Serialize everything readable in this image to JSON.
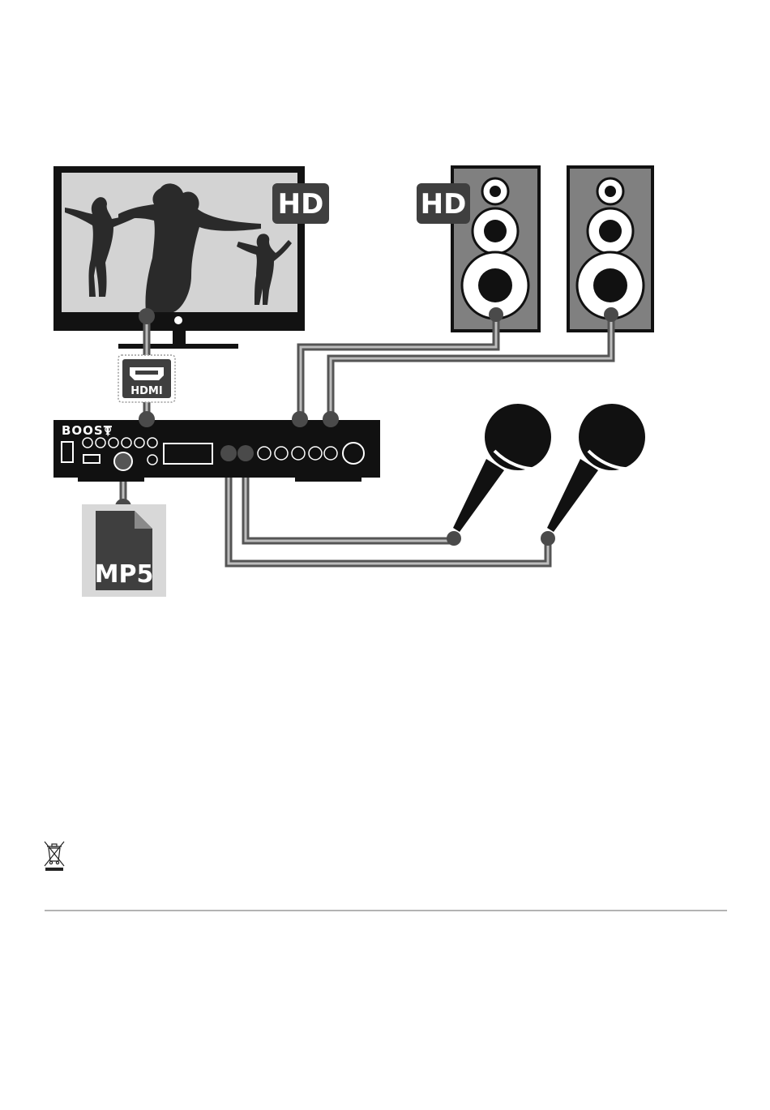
{
  "tv": {
    "badge": "HD"
  },
  "speakers": {
    "badge": "HD"
  },
  "hdmi": {
    "label": "HDMI"
  },
  "player": {
    "brand": "BOOST"
  },
  "media_file": {
    "label": "MP5"
  },
  "icons": {
    "weee": "crossed-out-wheelie-bin-icon",
    "usb": "usb-port-icon",
    "singer": "singer-silhouette-icon"
  },
  "colors": {
    "cable": "#555555",
    "connector": "#4a4a4a",
    "badge": "#3f3f3f",
    "speaker_body": "#808080",
    "device": "#111111",
    "rule": "#b3b3b3"
  }
}
